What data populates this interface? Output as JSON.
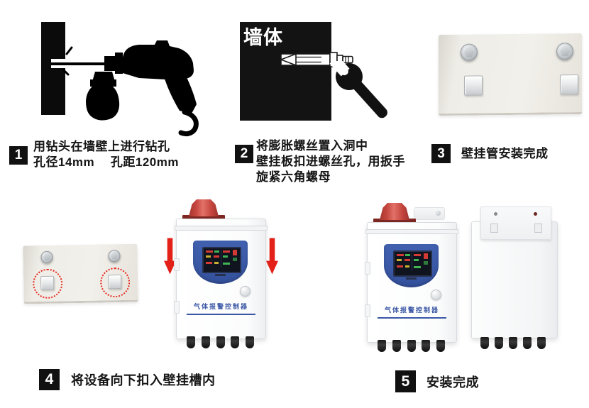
{
  "steps": [
    {
      "number": "1",
      "lines": [
        "用钻头在墙壁上进行钻孔",
        "孔径14mm　 孔距120mm"
      ]
    },
    {
      "number": "2",
      "lines": [
        "将膨胀螺丝置入洞中",
        "壁挂板扣进螺丝孔，用扳手",
        "旋紧六角螺母"
      ]
    },
    {
      "number": "3",
      "lines": [
        "壁挂管安装完成"
      ]
    },
    {
      "number": "4",
      "lines": [
        "将设备向下扣入壁挂槽内"
      ]
    },
    {
      "number": "5",
      "lines": [
        "安装完成"
      ]
    }
  ],
  "labels": {
    "wall": "墙体",
    "device": "气体报警控制器"
  },
  "icons": {
    "drill": "drill-icon",
    "anchor": "expansion-anchor-icon",
    "wrench": "wrench-icon",
    "beacon": "alarm-beacon",
    "arrow": "down-arrow-icon"
  },
  "colors": {
    "badge_black": "#111111",
    "accent_red": "#e32119",
    "dotted_circle_red": "#e8281e",
    "device_blue": "#3b57a6",
    "beacon_red": "#c4453d",
    "plate_beige": "#efede7"
  }
}
